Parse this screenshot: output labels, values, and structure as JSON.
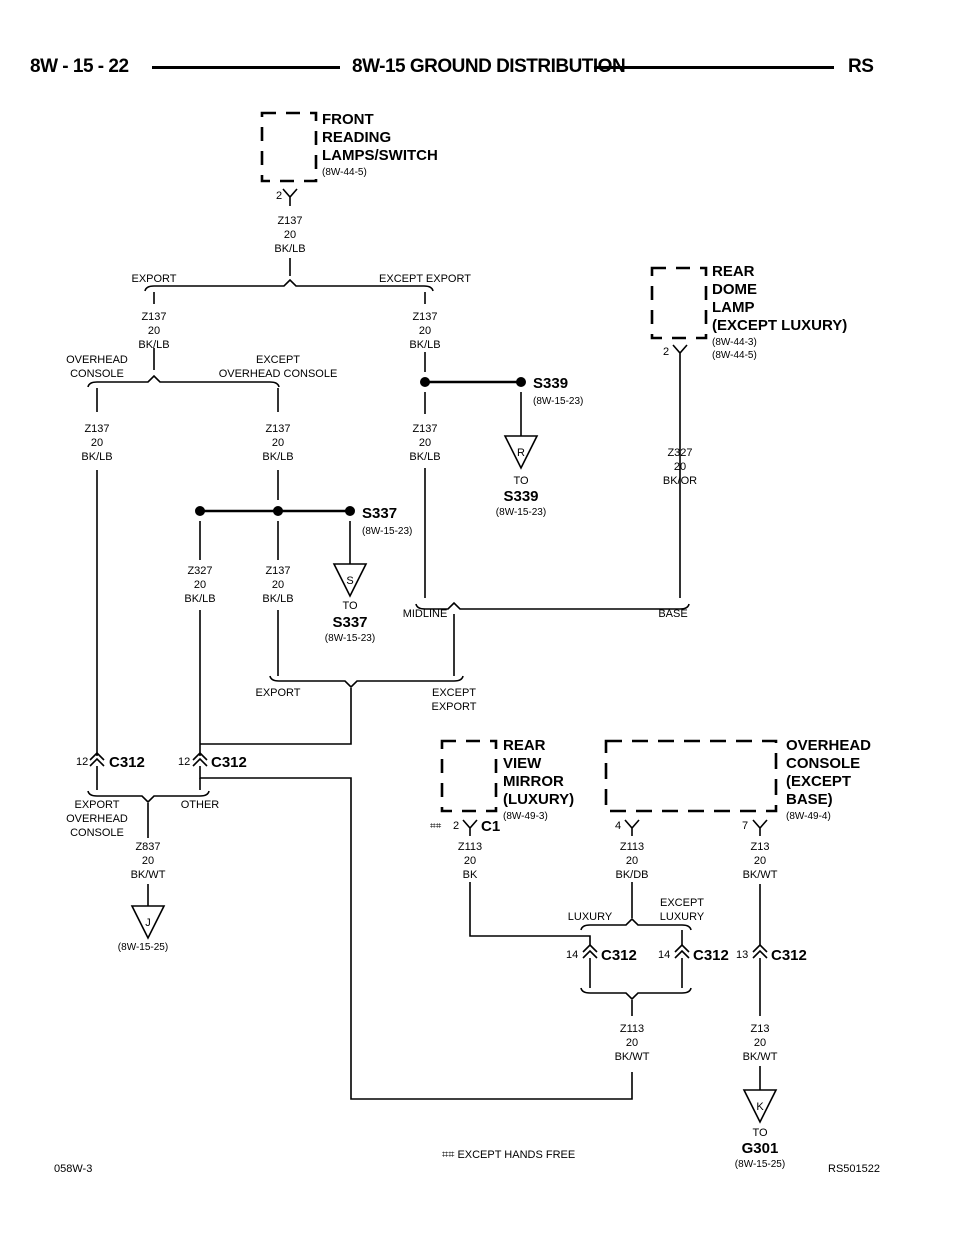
{
  "header": {
    "page_number": "8W - 15 - 22",
    "title": "8W-15 GROUND DISTRIBUTION",
    "model": "RS"
  },
  "footer": {
    "left_code": "058W-3",
    "right_code": "RS501522",
    "footnote": "⌗⌗ EXCEPT HANDS FREE"
  },
  "components": {
    "front_reading": {
      "lines": [
        "FRONT",
        "READING",
        "LAMPS/SWITCH"
      ],
      "ref": "(8W-44-5)",
      "pin": "2"
    },
    "rear_dome": {
      "lines": [
        "REAR",
        "DOME",
        "LAMP",
        "(EXCEPT LUXURY)"
      ],
      "refs": [
        "(8W-44-3)",
        "(8W-44-5)"
      ],
      "pin": "2"
    },
    "rear_view_mirror": {
      "lines": [
        "REAR",
        "VIEW",
        "MIRROR",
        "(LUXURY)"
      ],
      "ref": "(8W-49-3)",
      "pin": "2",
      "mark": "⌗⌗",
      "connector": "C1"
    },
    "overhead_console": {
      "lines": [
        "OVERHEAD",
        "CONSOLE",
        "(EXCEPT",
        "BASE)"
      ],
      "ref": "(8W-49-4)",
      "pins": [
        "4",
        "7"
      ]
    }
  },
  "wires": {
    "z137_top": [
      "Z137",
      "20",
      "BK/LB"
    ],
    "z137_export": [
      "Z137",
      "20",
      "BK/LB"
    ],
    "z137_except_export": [
      "Z137",
      "20",
      "BK/LB"
    ],
    "z137_overhead": [
      "Z137",
      "20",
      "BK/LB"
    ],
    "z137_except_overhead": [
      "Z137",
      "20",
      "BK/LB"
    ],
    "z137_midline": [
      "Z137",
      "20",
      "BK/LB"
    ],
    "z327_left": [
      "Z327",
      "20",
      "BK/LB"
    ],
    "z137_s337": [
      "Z137",
      "20",
      "BK/LB"
    ],
    "z327_dome": [
      "Z327",
      "20",
      "BK/OR"
    ],
    "z837": [
      "Z837",
      "20",
      "BK/WT"
    ],
    "z113_mirror": [
      "Z113",
      "20",
      "BK"
    ],
    "z113_console": [
      "Z113",
      "20",
      "BK/DB"
    ],
    "z13_console": [
      "Z13",
      "20",
      "BK/WT"
    ],
    "z113_bottom": [
      "Z113",
      "20",
      "BK/WT"
    ],
    "z13_bottom": [
      "Z13",
      "20",
      "BK/WT"
    ]
  },
  "options": {
    "export": "EXPORT",
    "except_export": "EXCEPT EXPORT",
    "overhead_console": [
      "OVERHEAD",
      "CONSOLE"
    ],
    "except_overhead_console": [
      "EXCEPT",
      "OVERHEAD CONSOLE"
    ],
    "midline": "MIDLINE",
    "base": "BASE",
    "export2": "EXPORT",
    "except_export2": [
      "EXCEPT",
      "EXPORT"
    ],
    "export_overhead_console": [
      "EXPORT",
      "OVERHEAD",
      "CONSOLE"
    ],
    "other": "OTHER",
    "luxury": "LUXURY",
    "except_luxury": [
      "EXCEPT",
      "LUXURY"
    ]
  },
  "splices": {
    "s339": {
      "name": "S339",
      "ref": "(8W-15-23)",
      "flag": "R",
      "to": "TO",
      "to_name": "S339",
      "to_ref": "(8W-15-23)"
    },
    "s337": {
      "name": "S337",
      "ref": "(8W-15-23)",
      "flag": "S",
      "to": "TO",
      "to_name": "S337",
      "to_ref": "(8W-15-23)"
    }
  },
  "connectors": {
    "c312_a": {
      "pin": "12",
      "name": "C312"
    },
    "c312_b": {
      "pin": "12",
      "name": "C312"
    },
    "c312_c": {
      "pin": "14",
      "name": "C312"
    },
    "c312_d": {
      "pin": "14",
      "name": "C312"
    },
    "c312_e": {
      "pin": "13",
      "name": "C312"
    }
  },
  "offpage": {
    "j": {
      "flag": "J",
      "ref": "(8W-15-25)"
    },
    "k": {
      "flag": "K",
      "to": "TO",
      "name": "G301",
      "ref": "(8W-15-25)"
    }
  }
}
